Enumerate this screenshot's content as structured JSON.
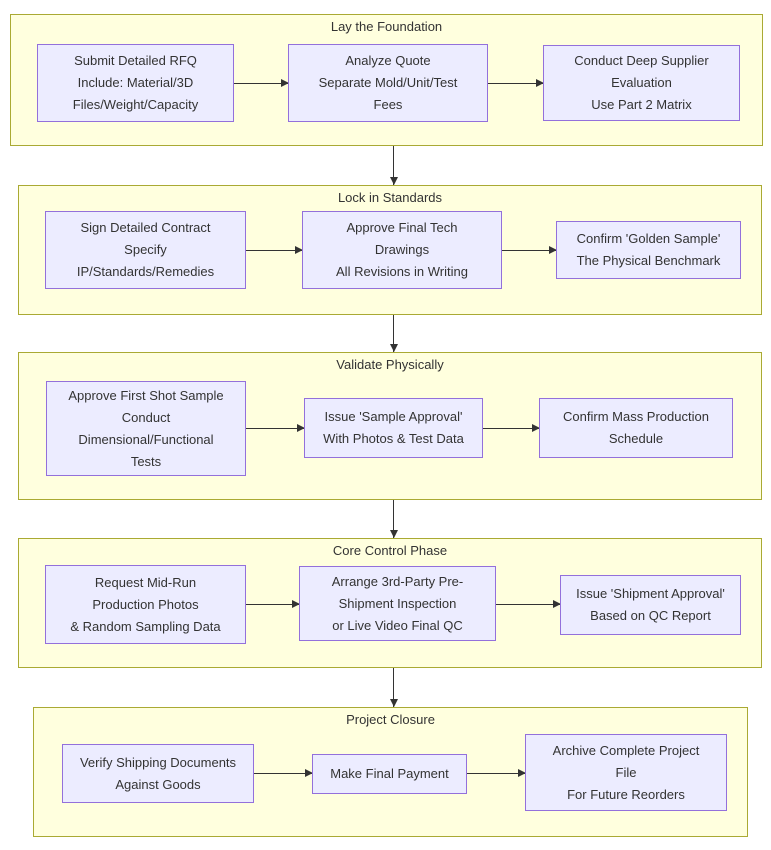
{
  "diagram": {
    "type": "flowchart",
    "sections": [
      {
        "title": "Lay the Foundation",
        "boxes": [
          {
            "text": "Submit Detailed RFQ\nInclude: Material/3D\nFiles/Weight/Capacity"
          },
          {
            "text": "Analyze Quote\nSeparate Mold/Unit/Test\nFees"
          },
          {
            "text": "Conduct Deep Supplier\nEvaluation\nUse Part 2 Matrix"
          }
        ]
      },
      {
        "title": "Lock in Standards",
        "boxes": [
          {
            "text": "Sign Detailed Contract\nSpecify\nIP/Standards/Remedies"
          },
          {
            "text": "Approve Final Tech\nDrawings\nAll Revisions in Writing"
          },
          {
            "text": "Confirm 'Golden Sample'\nThe Physical Benchmark"
          }
        ]
      },
      {
        "title": "Validate Physically",
        "boxes": [
          {
            "text": "Approve First Shot Sample\nConduct\nDimensional/Functional\nTests"
          },
          {
            "text": "Issue 'Sample Approval'\nWith Photos & Test Data"
          },
          {
            "text": "Confirm Mass Production\nSchedule"
          }
        ]
      },
      {
        "title": "Core Control Phase",
        "boxes": [
          {
            "text": "Request Mid-Run\nProduction Photos\n& Random Sampling Data"
          },
          {
            "text": "Arrange 3rd-Party Pre-\nShipment Inspection\nor Live Video Final QC"
          },
          {
            "text": "Issue 'Shipment Approval'\nBased on QC Report"
          }
        ]
      },
      {
        "title": "Project Closure",
        "boxes": [
          {
            "text": "Verify Shipping Documents\nAgainst Goods"
          },
          {
            "text": "Make Final Payment"
          },
          {
            "text": "Archive Complete Project\nFile\nFor Future Reorders"
          }
        ]
      }
    ],
    "colors": {
      "section_fill": "#ffffde",
      "section_border": "#aaaa33",
      "node_fill": "#ececff",
      "node_border": "#9370db",
      "arrow": "#333333",
      "text": "#333333"
    }
  }
}
